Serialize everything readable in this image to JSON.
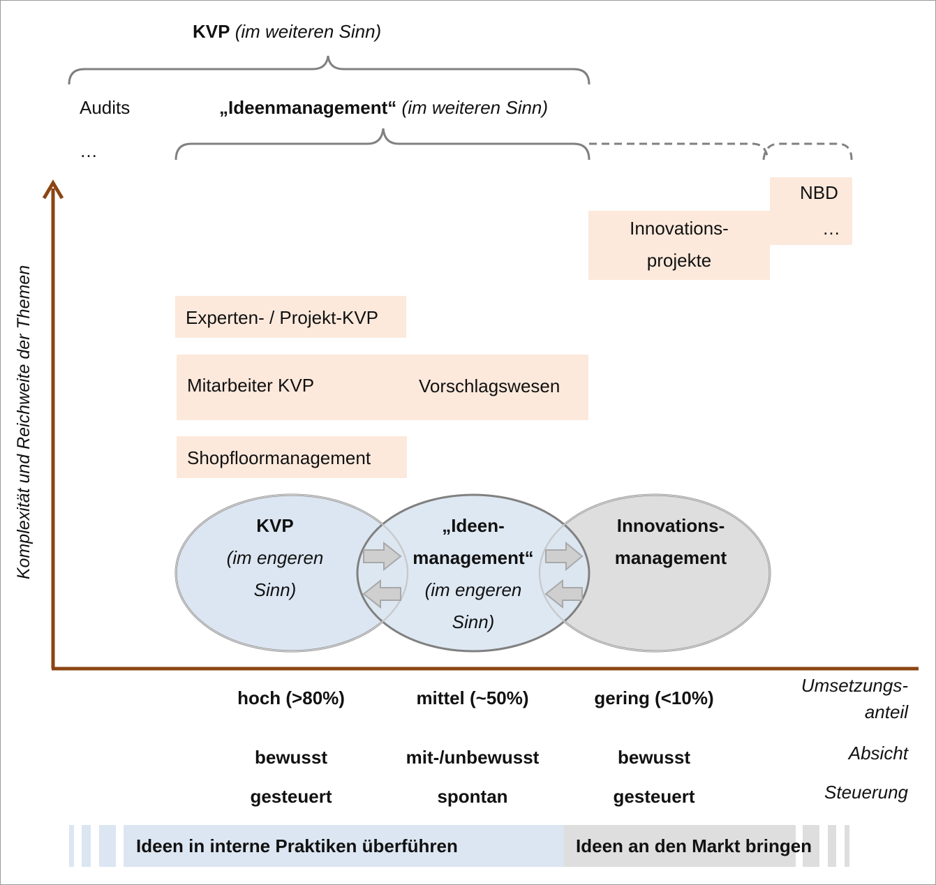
{
  "top_brace": {
    "title_bold": "KVP",
    "title_italic": "(im weiteren Sinn)"
  },
  "left_items": {
    "audits": "Audits",
    "ellipsis": "…"
  },
  "mid_brace": {
    "title_bold": "„Ideenmanagement“",
    "title_italic": "(im weiteren Sinn)"
  },
  "boxes": {
    "nbd": "NBD",
    "nbd_more": "…",
    "innovationsprojekte_line1": "Innovations-",
    "innovationsprojekte_line2": "projekte",
    "experten": "Experten- / Projekt-KVP",
    "mitarbeiter": "Mitarbeiter KVP",
    "vorschlagswesen": "Vorschlagswesen",
    "shopfloor": "Shopfloormanagement"
  },
  "y_axis_label": "Komplexität und Reichweite der Themen",
  "circles": {
    "kvp": {
      "title": "KVP",
      "line2": "(im engeren",
      "line3": "Sinn)"
    },
    "ideen": {
      "title1": "„Ideen-",
      "title2": "management“",
      "line3": "(im engeren",
      "line4": "Sinn)"
    },
    "innovation": {
      "title1": "Innovations-",
      "title2": "management"
    }
  },
  "rows": {
    "umsetzung": {
      "label1": "Umsetzungs-",
      "label2": "anteil",
      "c1": "hoch (>80%)",
      "c2": "mittel (~50%)",
      "c3": "gering (<10%)"
    },
    "absicht": {
      "label": "Absicht",
      "c1": "bewusst",
      "c2": "mit-/unbewusst",
      "c3": "bewusst"
    },
    "steuerung": {
      "label": "Steuerung",
      "c1": "gesteuert",
      "c2": "spontan",
      "c3": "gesteuert"
    }
  },
  "bottom_bar": {
    "left": "Ideen in interne Praktiken überführen",
    "right": "Ideen an den Markt bringen"
  },
  "colors": {
    "axis": "#8b4513",
    "peach": "#fce9dc",
    "blue_fill": "#dce6f2",
    "grey_fill": "#dedede",
    "stroke": "#808080"
  }
}
